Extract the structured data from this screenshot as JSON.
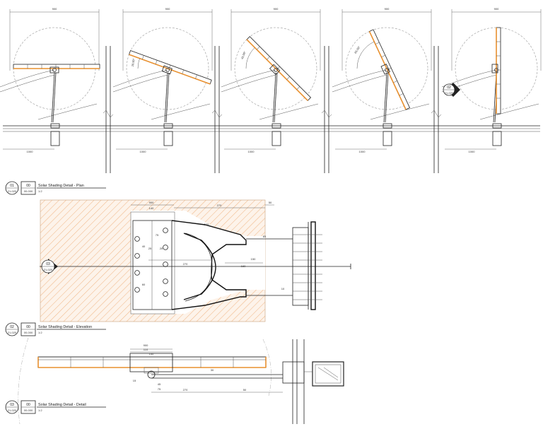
{
  "louvre_sequence": {
    "frames": [
      {
        "top_dim": "900",
        "bottom_dim": "1000",
        "angle": "0",
        "angle_label": ""
      },
      {
        "top_dim": "900",
        "bottom_dim": "1000",
        "angle": "20",
        "angle_label": "20.00°"
      },
      {
        "top_dim": "900",
        "bottom_dim": "1000",
        "angle": "45",
        "angle_label": "45.00°"
      },
      {
        "top_dim": "900",
        "bottom_dim": "1000",
        "angle": "65",
        "angle_label": "65.00°"
      },
      {
        "top_dim": "900",
        "bottom_dim": "1000",
        "angle": "90",
        "angle_label": ""
      }
    ],
    "section_marker": {
      "number": "02",
      "sheet": "21-020"
    }
  },
  "plan": {
    "dims": [
      "900",
      "140",
      "270",
      "50",
      "125",
      "75",
      "25",
      "270",
      "65",
      "40",
      "60",
      "160",
      "150",
      "10",
      "25"
    ],
    "section_marker": {
      "number": "03",
      "sheet": "21-020"
    }
  },
  "elevation": {
    "dims": [
      "900",
      "110",
      "140",
      "45",
      "75",
      "15",
      "30",
      "270",
      "50"
    ]
  },
  "title_blocks": [
    {
      "num": "01",
      "sheet": "21-020",
      "scale_num": "00",
      "scale_sheet": "00-000",
      "title": "Solar Shading Detail - Plan",
      "scale": "1:2"
    },
    {
      "num": "02",
      "sheet": "21-020",
      "scale_num": "00",
      "scale_sheet": "00-000",
      "title": "Solar Shading Detail - Elevation",
      "scale": "1:2"
    },
    {
      "num": "03",
      "sheet": "21-020",
      "scale_num": "00",
      "scale_sheet": "00-000",
      "title": "Solar Shading Detail - Detail",
      "scale": "1:2"
    }
  ],
  "colors": {
    "accent": "#e8902f",
    "hatch": "#f1c7a0",
    "line": "#222222"
  }
}
